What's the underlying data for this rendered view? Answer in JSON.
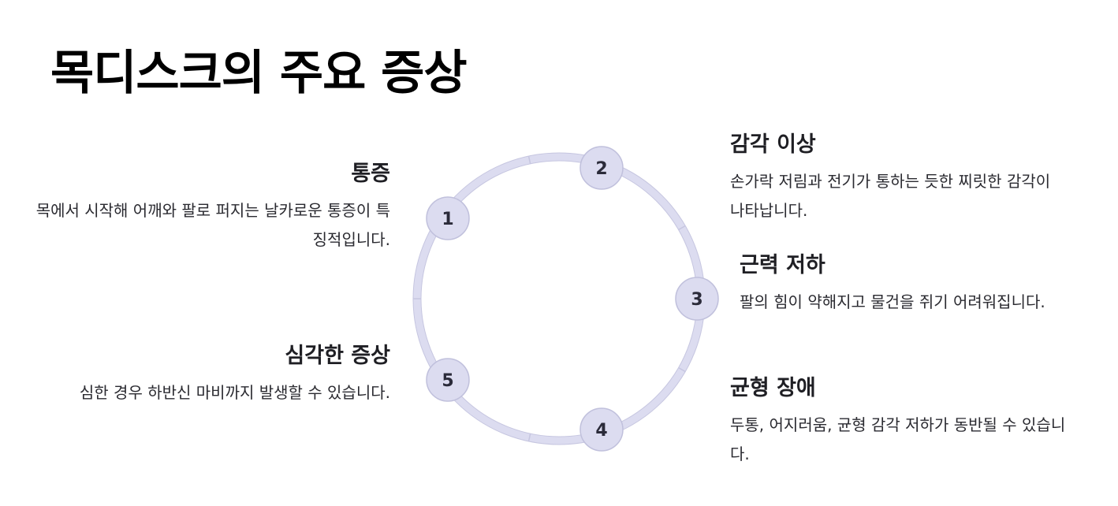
{
  "title": "목디스크의 주요 증상",
  "colors": {
    "ring": "#dcdcf0",
    "ring_stroke": "#c6c6e0",
    "node_fill": "#dcdcf0",
    "node_stroke": "#c0c0dc",
    "node_text": "#2b2b3a"
  },
  "items": [
    {
      "number": "1",
      "heading": "통증",
      "description": "목에서 시작해 어깨와 팔로 퍼지는 날카로운 통증이 특징적입니다."
    },
    {
      "number": "2",
      "heading": "감각 이상",
      "description": "손가락 저림과 전기가 통하는 듯한 찌릿한 감각이 나타납니다."
    },
    {
      "number": "3",
      "heading": "근력 저하",
      "description": "팔의 힘이 약해지고 물건을 쥐기 어려워집니다."
    },
    {
      "number": "4",
      "heading": "균형 장애",
      "description": "두통, 어지러움, 균형 감각 저하가 동반될 수 있습니다."
    },
    {
      "number": "5",
      "heading": "심각한 증상",
      "description": "심한 경우 하반신 마비까지 발생할 수 있습니다."
    }
  ]
}
